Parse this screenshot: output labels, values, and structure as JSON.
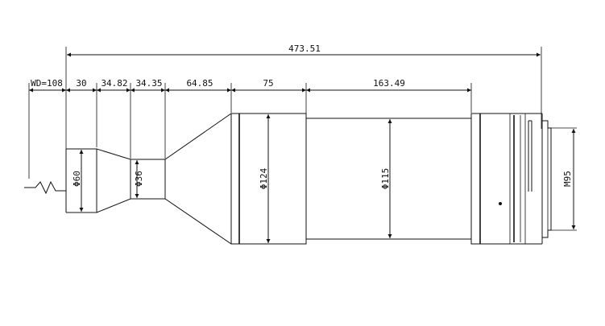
{
  "drawing": {
    "overall_length": "473.51",
    "segments": {
      "wd": "WD=108",
      "s1": "30",
      "s2": "34.82",
      "s3": "34.35",
      "s4": "64.85",
      "s5": "75",
      "s6": "163.49"
    },
    "diameters": {
      "d60": "Φ60",
      "d36": "Φ36",
      "d124": "Φ124",
      "d115": "Φ115",
      "thread": "M95"
    }
  }
}
